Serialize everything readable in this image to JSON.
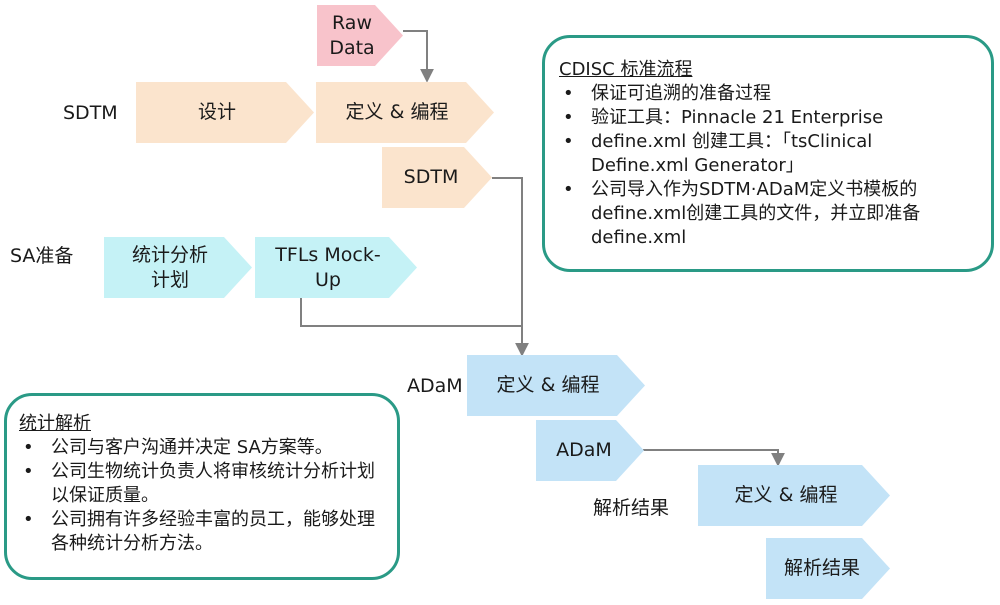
{
  "rows": {
    "sdtm_label": "SDTM",
    "sa_label": "SA准备",
    "adam_label": "ADaM",
    "results_label": "解析结果"
  },
  "boxes": {
    "raw_data": [
      "Raw",
      "Data"
    ],
    "design": "设计",
    "sdtm_define": "定义 & 编程",
    "sdtm": "SDTM",
    "stat_plan": [
      "统计分析",
      "计划"
    ],
    "tfls": [
      "TFLs Mock-",
      "Up"
    ],
    "adam_define": "定义 & 编程",
    "adam": "ADaM",
    "results_define": "定义 & 编程",
    "results": "解析结果"
  },
  "cdisc_note": {
    "title": "CDISC 标准流程",
    "items": [
      "保证可追溯的准备过程",
      "验证工具：Pinnacle 21 Enterprise",
      "define.xml 创建工具：「tsClinical Define.xml Generator」",
      "公司导入作为SDTM·ADaM定义书模板的define.xml创建工具的文件，并立即准备define.xml"
    ]
  },
  "stat_note": {
    "title": "统计解析",
    "items": [
      "公司与客户沟通并决定 SA方案等。",
      "公司生物统计负责人将审核统计分析计划以保证质量。",
      "公司拥有许多经验丰富的员工，能够处理各种统计分析方法。"
    ]
  },
  "colors": {
    "peach": "#fbe4cd",
    "pink": "#f8c3cb",
    "cyan": "#c5f2f6",
    "blue": "#c3e3f7",
    "note_border": "#2a9a86",
    "connector": "#808080"
  }
}
